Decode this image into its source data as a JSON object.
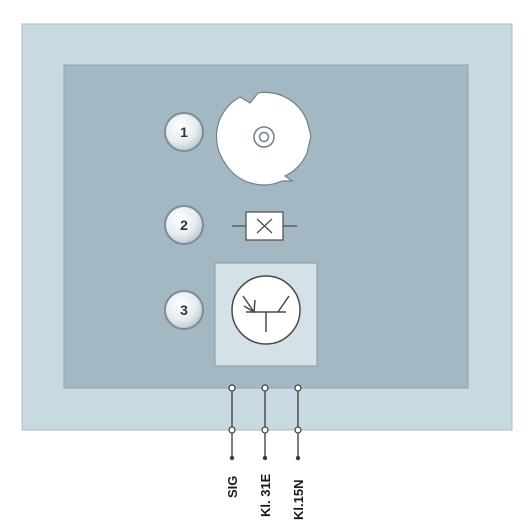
{
  "callouts": [
    {
      "number": "1",
      "component": "trigger-wheel"
    },
    {
      "number": "2",
      "component": "sensing-element"
    },
    {
      "number": "3",
      "component": "transistor-circuit"
    }
  ],
  "connector": {
    "pins": [
      "SIG",
      "Kl. 31E",
      "Kl.15N"
    ]
  },
  "colors": {
    "outer_housing": "#c9d9e0",
    "inner_module": "#a3b8c2",
    "circuit_box": "#d4e1e6",
    "outline": "#8a9da6",
    "wire": "#3a3a3a"
  }
}
